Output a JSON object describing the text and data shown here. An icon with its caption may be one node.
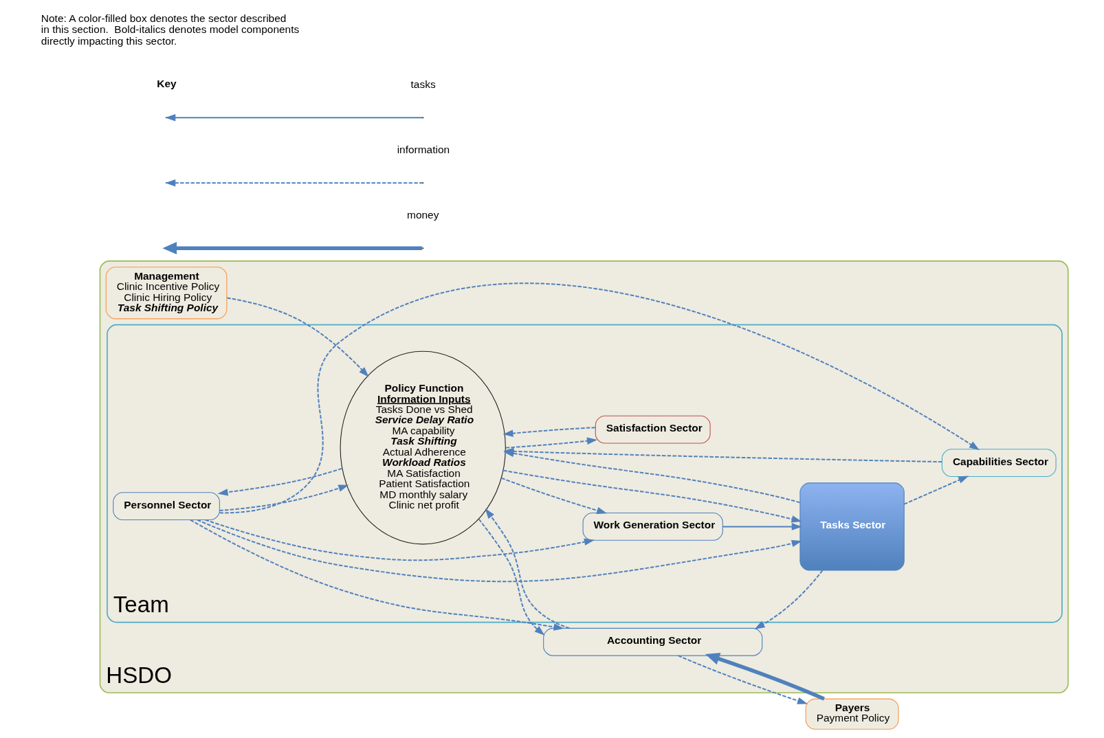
{
  "diagram": {
    "nodes": [
      {
        "text": [
          "HSDO"
        ]
      },
      {
        "text": [
          "Team"
        ],
        "in": 0
      },
      {
        "text": [
          "Personnel Sector"
        ],
        "in": 1
      },
      {
        "text": [
          "Policy Function",
          "Information Inputs",
          "Tasks Done vs Shed",
          "Service Delay Ratio",
          "MA capability",
          "Task Shifting",
          "Actual Adherence",
          "Workload Ratios",
          "MA Satisfaction",
          "Patient Satisfaction",
          "MD monthly salary",
          "Clinic net profit"
        ],
        "in": 1
      },
      {
        "text": [
          "Work Generation Sector"
        ],
        "in": 1
      },
      {
        "text": [
          "Capabilities Sector"
        ],
        "in": 1
      },
      {
        "text": [
          "Tasks Sector"
        ],
        "in": 1
      },
      {
        "text": [
          "Satisfaction Sector"
        ],
        "in": 1
      },
      {
        "text": [
          "Management",
          "Clinic Incentive Policy",
          "Clinic Hiring Policy",
          "Task Shifting Policy"
        ],
        "in": 0
      },
      {
        "text": [
          "Accounting Sector"
        ],
        "in": 0
      },
      {
        "text": [
          "Payers",
          "Payment Policy"
        ]
      }
    ],
    "edges": [
      {
        "from": 3,
        "to": 2,
        "arrow": "to",
        "style": "dashed"
      },
      {
        "from": 2,
        "to": 3,
        "arrow": "to",
        "style": "dashed"
      },
      {
        "from": 2,
        "to": 4,
        "arrow": "to",
        "style": "dashed"
      },
      {
        "from": 2,
        "to": 6,
        "arrow": "to",
        "style": "dashed"
      },
      {
        "from": 2,
        "to": 9,
        "arrow": "to",
        "style": "dashed"
      },
      {
        "from": 2,
        "to": 5,
        "arrow": "to",
        "style": "dashed"
      },
      {
        "from": 3,
        "to": 4,
        "arrow": "to",
        "style": "dashed"
      },
      {
        "from": 4,
        "to": 6,
        "arrow": "to"
      },
      {
        "from": 6,
        "to": 5,
        "arrow": "to",
        "style": "dashed"
      },
      {
        "from": 5,
        "to": 3,
        "arrow": "to",
        "style": "dashed"
      },
      {
        "from": 6,
        "to": 3,
        "arrow": "to",
        "style": "dashed"
      },
      {
        "from": 3,
        "to": 6,
        "arrow": "to",
        "style": "dashed"
      },
      {
        "from": 7,
        "to": 3,
        "arrow": "to",
        "style": "dashed"
      },
      {
        "from": 3,
        "to": 7,
        "arrow": "to",
        "style": "dashed"
      },
      {
        "from": 9,
        "to": 3,
        "arrow": "to",
        "style": "dashed"
      },
      {
        "from": 3,
        "to": 9,
        "arrow": "to",
        "style": "dashed"
      },
      {
        "from": 6,
        "to": 9,
        "arrow": "to",
        "style": "dashed"
      },
      {
        "from": 8,
        "to": 3,
        "arrow": "to",
        "style": "dashed"
      },
      {
        "from": 9,
        "to": 10,
        "arrow": "to",
        "style": "dashed"
      },
      {
        "from": 10,
        "to": 9,
        "arrow": "to",
        "style": "thick"
      }
    ],
    "labels": [
      "Key",
      "Note: A color-filled box denotes the sector described in this section.  Bold-italics denotes model components directly impacting this sector."
    ],
    "legend": [
      {
        "text": "tasks"
      },
      {
        "text": "information"
      },
      {
        "text": "money"
      }
    ]
  }
}
